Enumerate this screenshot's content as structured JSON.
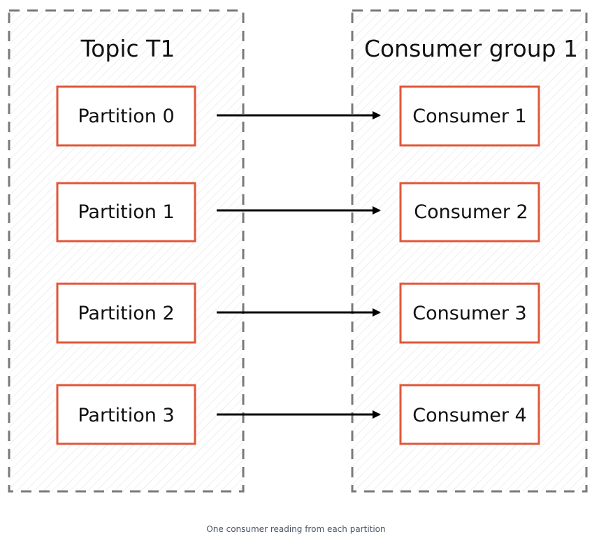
{
  "colors": {
    "group_border": "#7a7a7a",
    "node_border": "#e0573a",
    "hatch": "#e4e4e4",
    "arrow": "#000000",
    "caption": "#4a5568"
  },
  "topic": {
    "title": "Topic T1",
    "partitions": [
      {
        "label": "Partition 0"
      },
      {
        "label": "Partition 1"
      },
      {
        "label": "Partition 2"
      },
      {
        "label": "Partition 3"
      }
    ]
  },
  "consumer_group": {
    "title": "Consumer group 1",
    "consumers": [
      {
        "label": "Consumer 1"
      },
      {
        "label": "Consumer 2"
      },
      {
        "label": "Consumer 3"
      },
      {
        "label": "Consumer 4"
      }
    ]
  },
  "connections": [
    {
      "from": "Partition 0",
      "to": "Consumer 1"
    },
    {
      "from": "Partition 1",
      "to": "Consumer 2"
    },
    {
      "from": "Partition 2",
      "to": "Consumer 3"
    },
    {
      "from": "Partition 3",
      "to": "Consumer 4"
    }
  ],
  "caption": "One consumer reading from each partition"
}
